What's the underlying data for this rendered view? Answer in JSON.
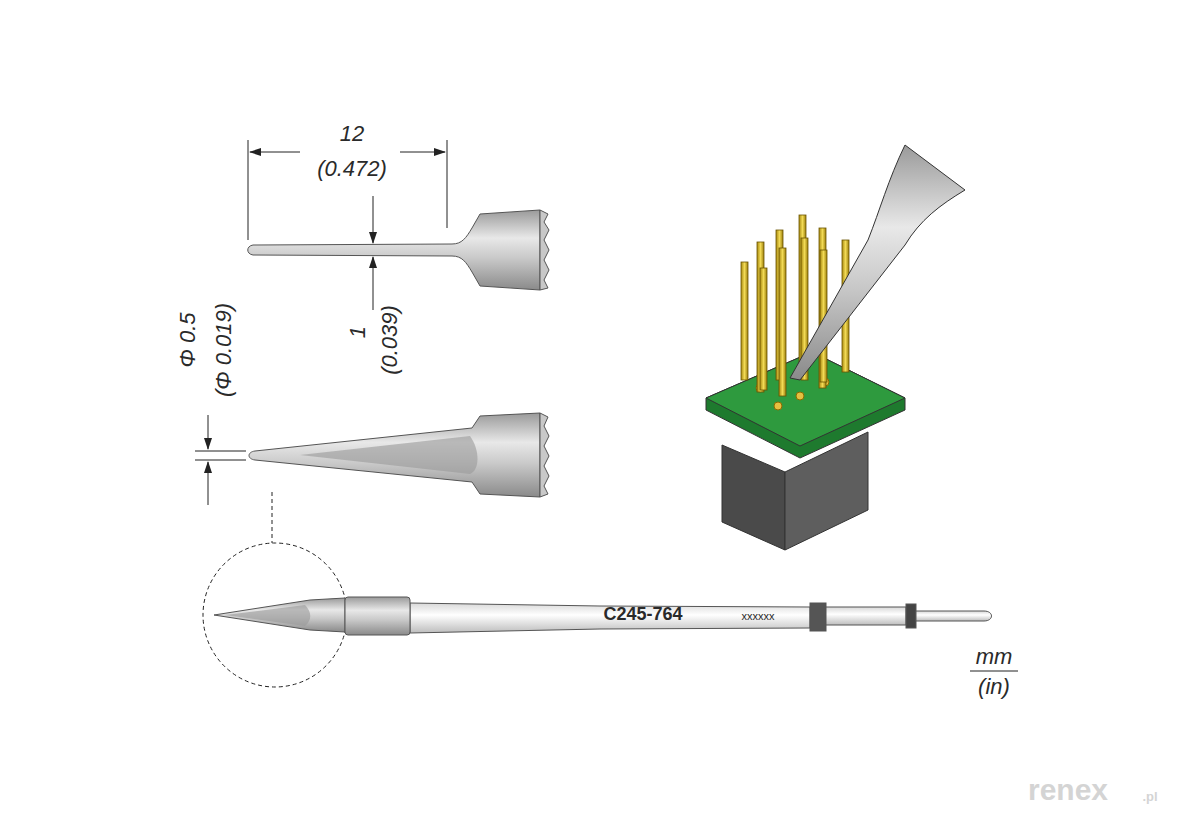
{
  "diagram": {
    "labels": [
      "12",
      "(0.472)",
      "1",
      "(0.039)",
      "Φ 0.5",
      "(Φ 0.019)",
      "C245-764",
      "xxxxxx",
      "mm",
      "(in)",
      "renex",
      ".pl"
    ]
  }
}
